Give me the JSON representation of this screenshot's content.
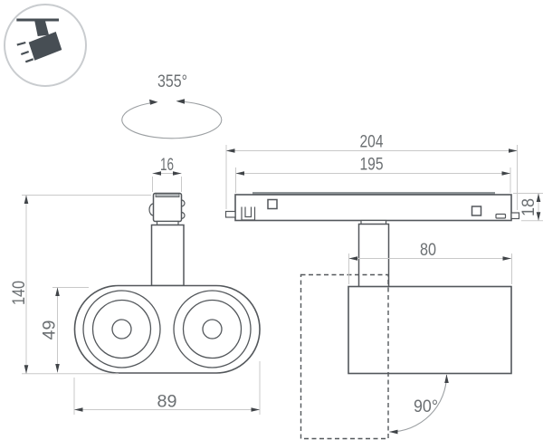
{
  "badge": {
    "icon": "track-spotlight-icon"
  },
  "rotation_indicator": {
    "angle": "355°"
  },
  "front_view": {
    "connector_width": "16",
    "overall_height": "140",
    "head_height": "49",
    "head_width": "89"
  },
  "side_view": {
    "track_length_outer": "204",
    "track_length_inner": "195",
    "track_height": "18",
    "body_width": "80",
    "tilt_angle": "90°"
  },
  "colors": {
    "object_line": "#53575b",
    "dimension_line": "#c9c9c9",
    "arrowhead": "#404448",
    "dimension_text": "#6b6f72",
    "dashed_line": "#54585c",
    "icon_fill": "#474e54",
    "badge_ring": "#c9cccf",
    "track_strip": "#8f9598",
    "connector_cap": "#aeb2b5"
  }
}
